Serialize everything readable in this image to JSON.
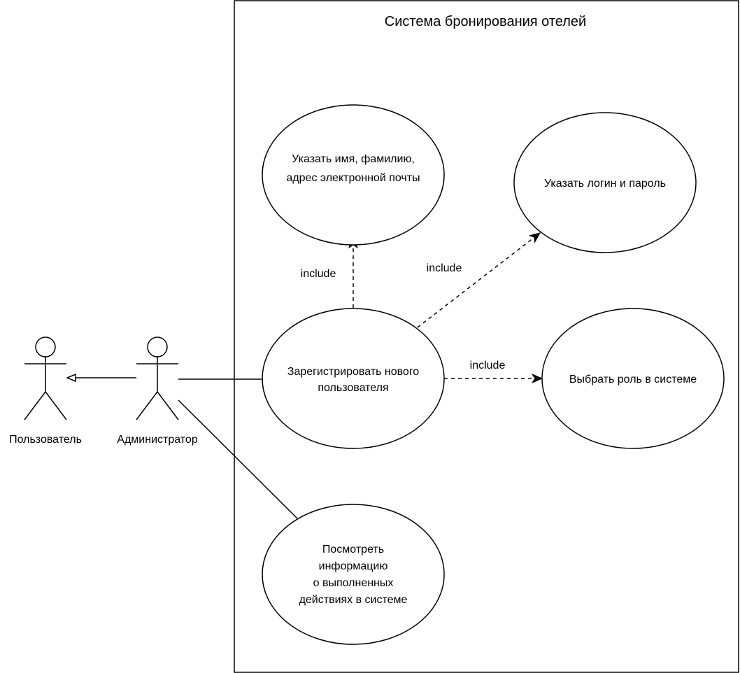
{
  "diagram": {
    "system_title": "Система бронирования отелей",
    "actors": {
      "user": {
        "label": "Пользователь"
      },
      "admin": {
        "label": "Администратор"
      }
    },
    "use_cases": {
      "name_email": {
        "lines": [
          "Указать имя, фамилию,",
          "адрес электронной почты"
        ]
      },
      "login_password": {
        "lines": [
          "Указать логин и пароль"
        ]
      },
      "register": {
        "lines": [
          "Зарегистрировать нового",
          "пользователя"
        ]
      },
      "choose_role": {
        "lines": [
          "Выбрать роль в системе"
        ]
      },
      "view_actions": {
        "lines": [
          "Посмотреть",
          "информацию",
          "о выполненных",
          "действиях в системе"
        ]
      }
    },
    "relations": {
      "include_name_email": "include",
      "include_login": "include",
      "include_role": "include"
    }
  }
}
